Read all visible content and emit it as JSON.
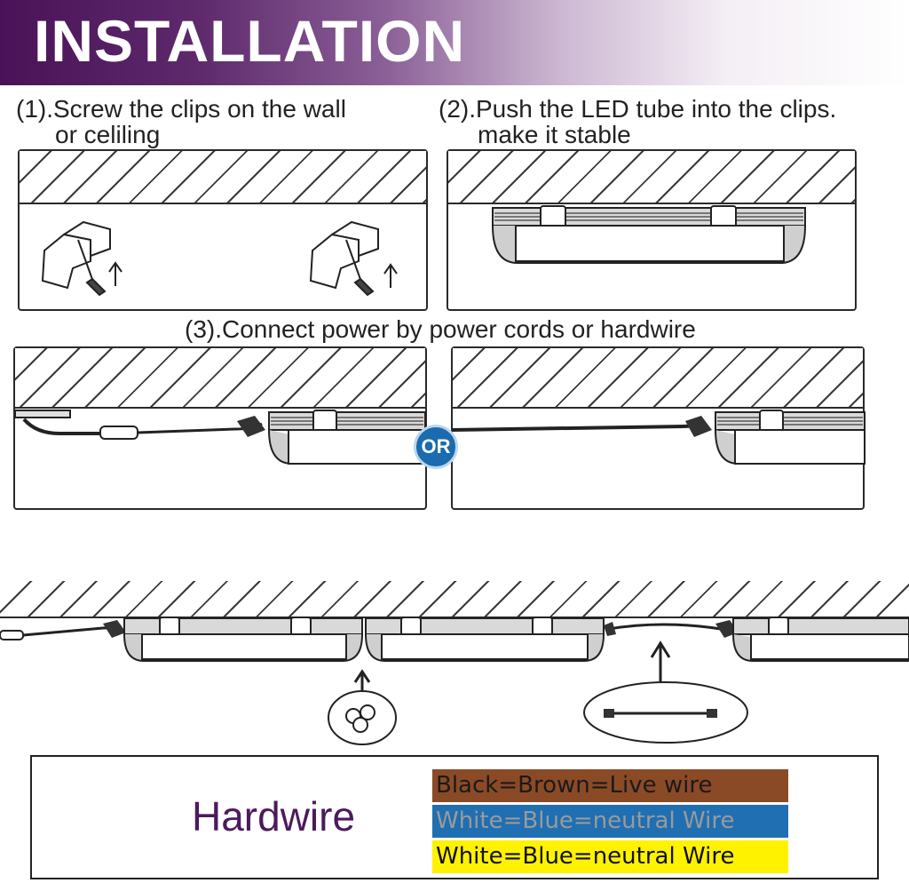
{
  "header": {
    "title": "INSTALLATION"
  },
  "steps": {
    "step1": {
      "line1": "(1).Screw the clips on the wall",
      "line2": "or celiling"
    },
    "step2": {
      "line1": "(2).Push the LED tube into the clips.",
      "line2": "make it stable"
    },
    "step3": {
      "line1": "(3).Connect power by power cords or hardwire"
    }
  },
  "or_badge": {
    "label": "OR"
  },
  "legend": {
    "title": "Hardwire",
    "rows": [
      {
        "label": "Black=Brown=Live wire",
        "bg": "#8b4a26",
        "fg": "#1a1a1a"
      },
      {
        "label": "White=Blue=neutral Wire",
        "bg": "#1f6fb2",
        "fg": "#9a9a9a"
      },
      {
        "label": "White=Blue=neutral Wire",
        "bg": "#fff200",
        "fg": "#111111"
      }
    ]
  },
  "colors": {
    "banner_accent": "#4a1258",
    "legend_title": "#4d1a5c",
    "or_badge": "#1a6bb0"
  }
}
